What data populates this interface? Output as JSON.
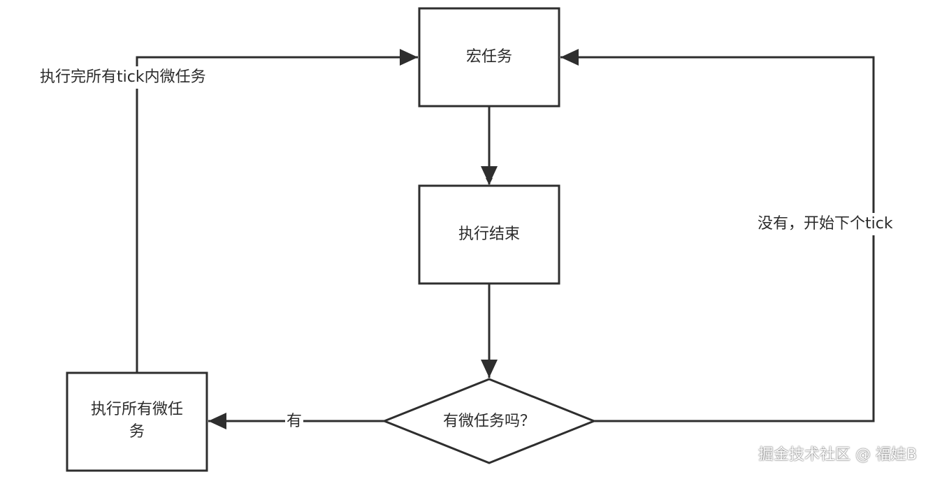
{
  "nodes": {
    "macro_task": "宏任务",
    "exec_end": "执行结束",
    "has_micro": "有微任务吗？",
    "exec_all_micro_line1": "执行所有微任",
    "exec_all_micro_line2": "务"
  },
  "edges": {
    "yes_label": "有",
    "no_label": "没有，开始下个tick",
    "after_micro_label": "执行完所有tick内微任务"
  },
  "watermark": "掘金技术社区 @ 福娃B",
  "colors": {
    "stroke": "#2e2e2e",
    "text": "#2b2b2b",
    "background": "#ffffff"
  }
}
